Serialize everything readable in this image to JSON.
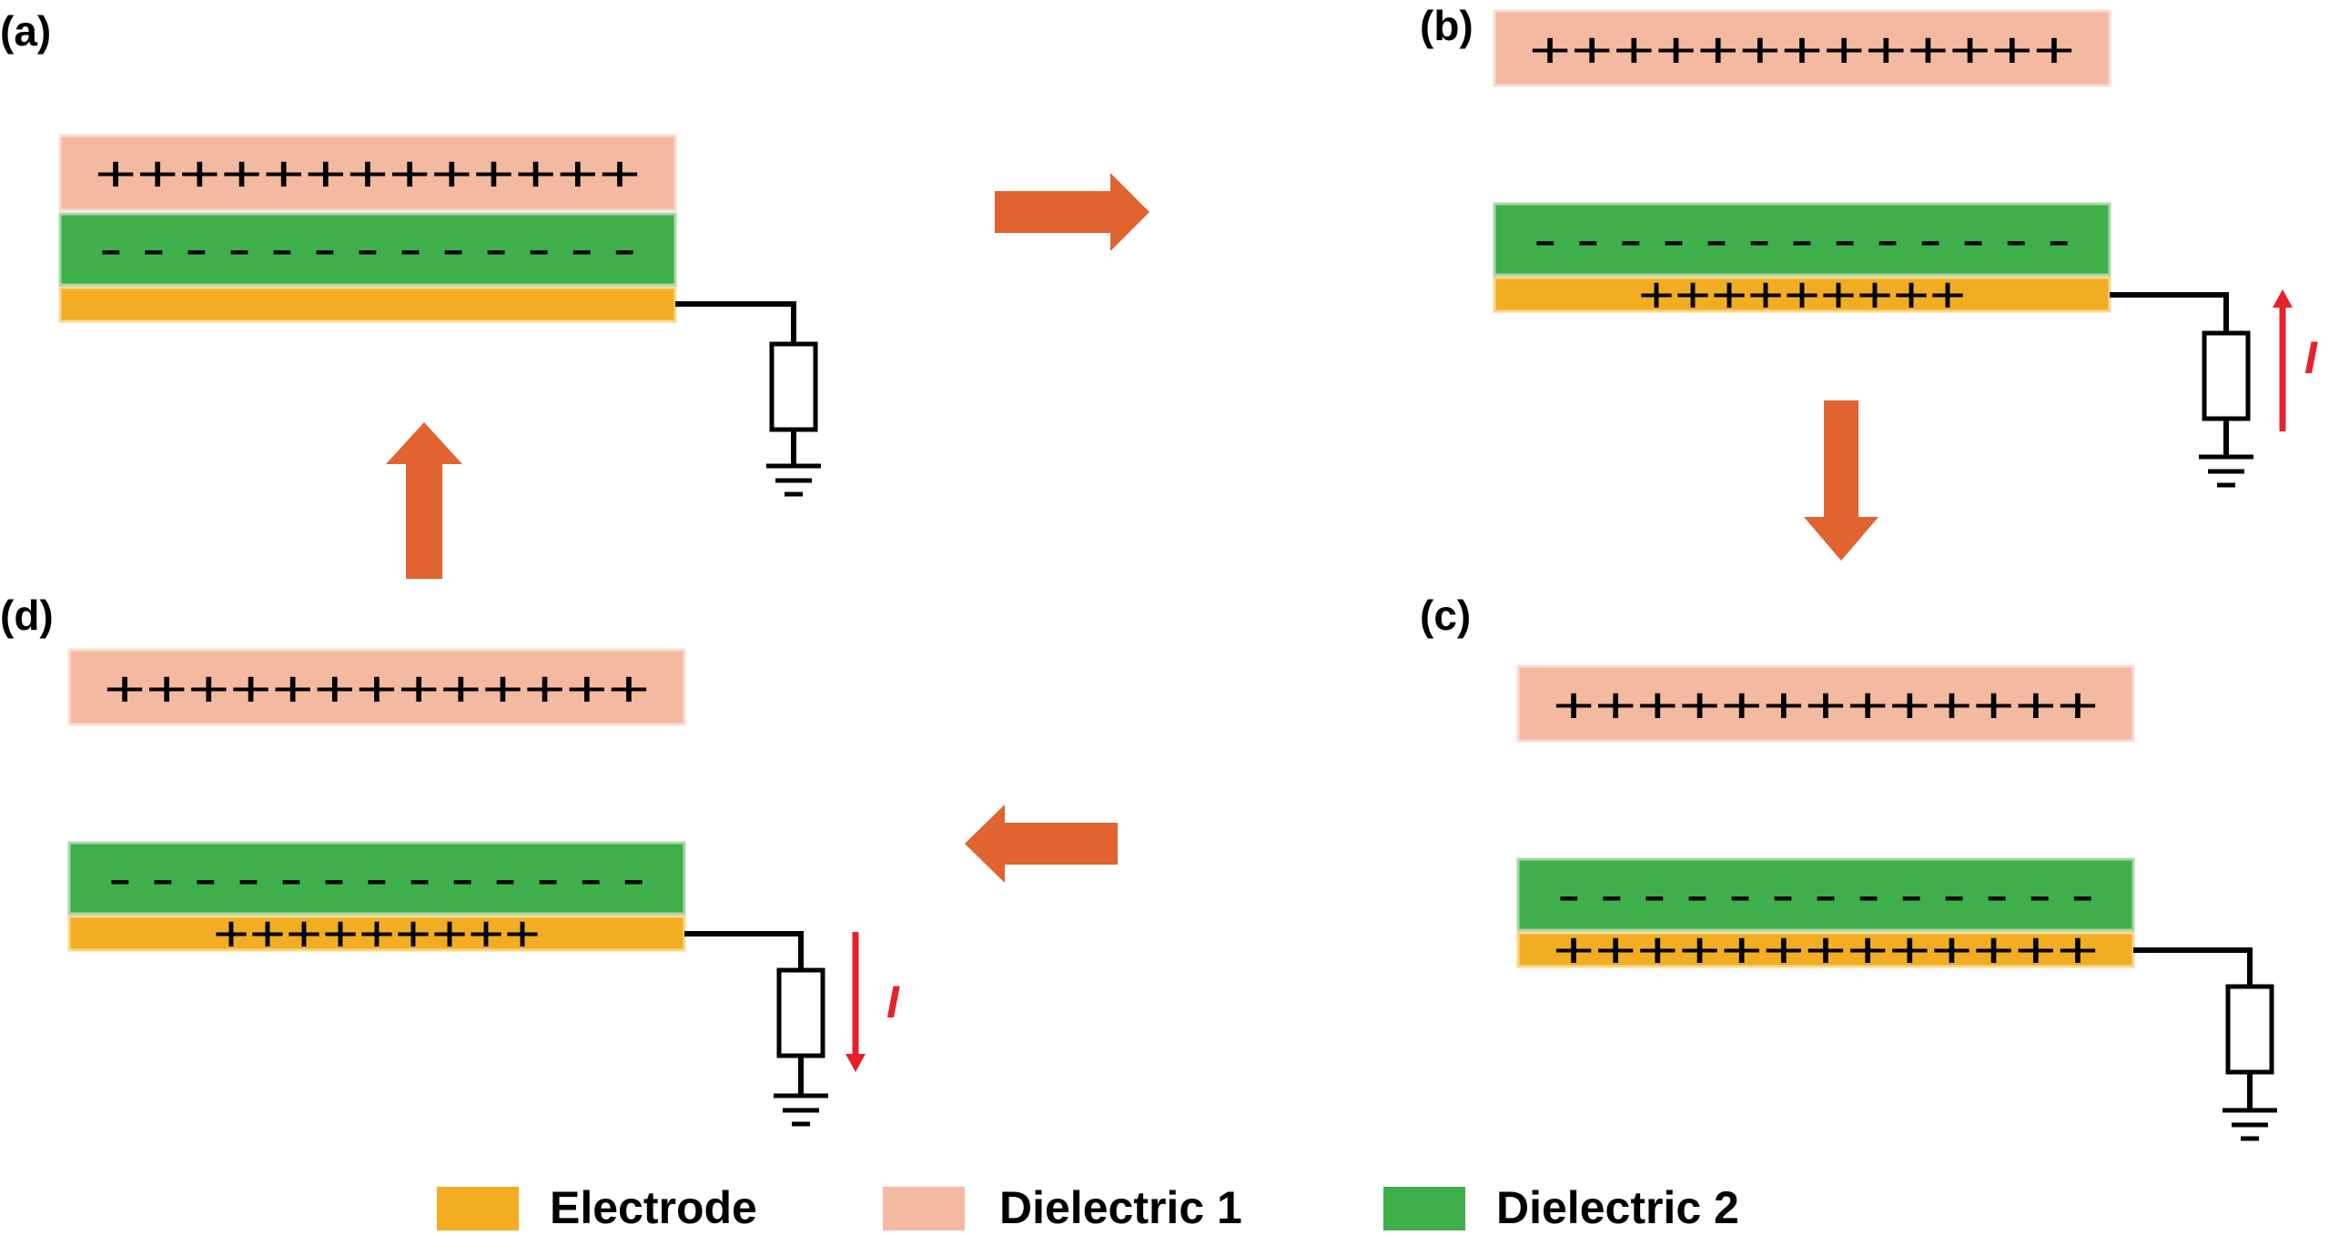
{
  "colors": {
    "electrode": "#f2ad22",
    "dielectric1": "#f4b9a1",
    "dielectric2": "#3eaf4a",
    "flow_arrow": "#e06330",
    "current_arrow": "#e8202a",
    "wire": "#000000"
  },
  "panels": {
    "a": {
      "label": "(a)",
      "dielectric1_charges": "+++++++++++++",
      "dielectric2_charges": "- - - - - - - - - - - - -"
    },
    "b": {
      "label": "(b)",
      "dielectric1_charges": "+++++++++++++",
      "dielectric2_charges": "- - - - - - - - - - - - -",
      "electrode_charges": "+++++++++",
      "current_label": "I"
    },
    "c": {
      "label": "(c)",
      "dielectric1_charges": "+++++++++++++",
      "dielectric2_charges": "- - - - - - - - - - - - -",
      "electrode_charges": "+++++++++++++"
    },
    "d": {
      "label": "(d)",
      "dielectric1_charges": "+++++++++++++",
      "dielectric2_charges": "- - - - - - - - - - - - -",
      "electrode_charges": "+++++++++",
      "current_label": "I"
    }
  },
  "legend": {
    "electrode_label": "Electrode",
    "dielectric1_label": "Dielectric 1",
    "dielectric2_label": "Dielectric 2"
  }
}
